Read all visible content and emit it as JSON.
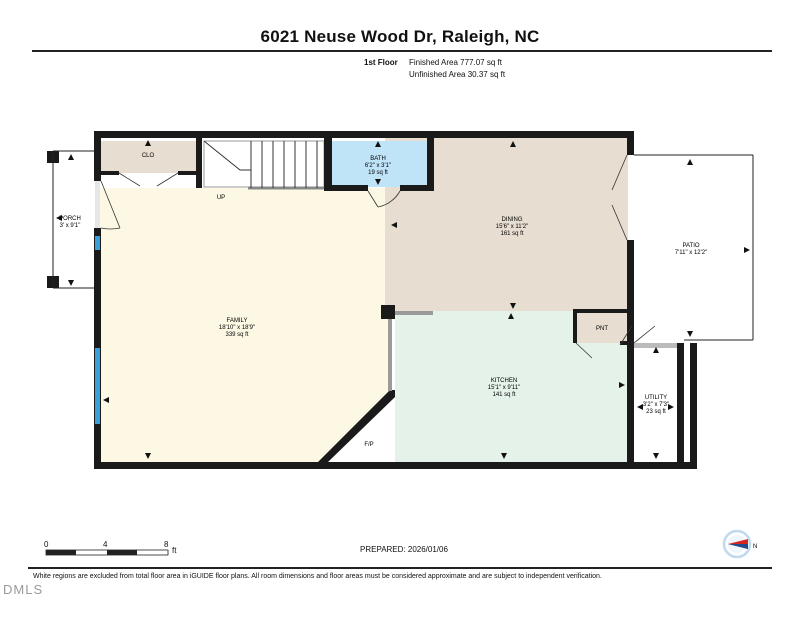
{
  "header": {
    "title": "6021 Neuse Wood Dr, Raleigh, NC",
    "floor": "1st Floor",
    "finished_area": "Finished Area 777.07 sq ft",
    "unfinished_area": "Unfinished Area 30.37 sq ft"
  },
  "rooms": {
    "clo": {
      "name": "CLO"
    },
    "bath": {
      "name": "BATH",
      "dims": "6'2\" x 3'1\"",
      "area": "19 sq ft"
    },
    "dining": {
      "name": "DINING",
      "dims": "15'6\" x 11'2\"",
      "area": "161 sq ft"
    },
    "porch": {
      "name": "PORCH",
      "dims": "3' x 9'1\""
    },
    "patio": {
      "name": "PATIO",
      "dims": "7'11\" x 12'2\""
    },
    "family": {
      "name": "FAMILY",
      "dims": "18'10\" x 18'9\"",
      "area": "339 sq ft"
    },
    "pnt": {
      "name": "PNT"
    },
    "kitchen": {
      "name": "KITCHEN",
      "dims": "15'1\" x 9'11\"",
      "area": "141 sq ft"
    },
    "utility": {
      "name": "UTILITY",
      "dims": "3'2\" x 7'3\"",
      "area": "23 sq ft"
    },
    "fp": {
      "name": "F/P"
    },
    "stairs": {
      "label": "UP"
    }
  },
  "scale": {
    "ticks": [
      "0",
      "4",
      "8"
    ],
    "unit": "ft"
  },
  "footer": {
    "prepared": "PREPARED: 2026/01/06",
    "disclaimer": "White regions are excluded from total floor area in iGUIDE floor plans. All room dimensions and floor areas must be considered approximate and are subject to independent verification.",
    "watermark": "DMLS",
    "compass_label": "N"
  },
  "colors": {
    "family": "#fdf8e4",
    "dining": "#e7ddd0",
    "kitchen": "#e5f2ea",
    "bath": "#bfe3f7",
    "clo": "#e7ddd0",
    "pnt": "#e7ddd0",
    "wall": "#1a1a1a",
    "window": "#3aa0d8"
  }
}
